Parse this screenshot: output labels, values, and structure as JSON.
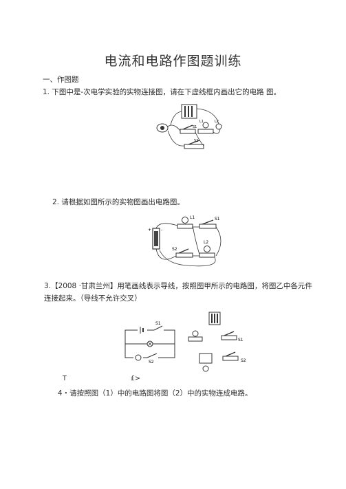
{
  "title": "电流和电路作图题训练",
  "section": "一、作图题",
  "q1": "1. 下图中是-次电学实验的实物连接图，请在下虚线框内画出它的电路  图。",
  "q2": "2.   请根据如图所示的实物图画出电路图。",
  "q3": "3.【2008 ·甘肃兰州】用笔画线表示导线，按照图甲所示的电路图，将图乙中各元件连接起来。（导线不允许交叉）",
  "q4": "4・请按照图（1）中的电路图将图（2）中的实物连成电路。",
  "caption_left": "T",
  "caption_right": "£>",
  "fig1_labels": {
    "s1": "S1",
    "s2": "S2",
    "l1": "L1",
    "l2": "L2"
  },
  "fig2_labels": {
    "l1": "L1",
    "s1": "S1",
    "l2": "L2",
    "s2": "S2",
    "plus": "+",
    "minus": "-"
  },
  "fig3_labels": {
    "s1": "S1",
    "s2": "S2",
    "ps1": "S1",
    "ps2": "S2"
  }
}
